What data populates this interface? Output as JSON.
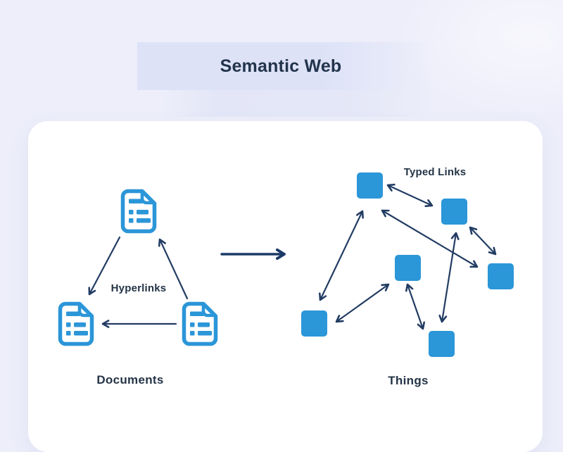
{
  "title": "Semantic Web",
  "colors": {
    "background": "#edeefa",
    "title_band": "#dde2f7",
    "card": "#ffffff",
    "accent_blue": "#2b96d8",
    "arrow_navy": "#223c63",
    "text_dark": "#22344c"
  },
  "left_panel": {
    "caption": "Documents",
    "center_label": "Hyperlinks",
    "node_icon": "document-icon",
    "node_count": 3,
    "nodes": [
      "doc-top",
      "doc-bottom-left",
      "doc-bottom-right"
    ],
    "links": [
      {
        "from": "doc-top",
        "to": "doc-bottom-left",
        "directed": true
      },
      {
        "from": "doc-bottom-right",
        "to": "doc-top",
        "directed": true
      },
      {
        "from": "doc-bottom-right",
        "to": "doc-bottom-left",
        "directed": true
      }
    ]
  },
  "transform_arrow": {
    "meaning": "documents become things",
    "direction": "left-to-right"
  },
  "right_panel": {
    "caption": "Things",
    "top_label": "Typed Links",
    "node_shape": "square",
    "node_count": 6,
    "nodes": [
      "thing-a",
      "thing-b",
      "thing-c",
      "thing-d",
      "thing-e",
      "thing-f"
    ],
    "links": [
      {
        "from": "thing-a",
        "to": "thing-b",
        "directed": "both"
      },
      {
        "from": "thing-a",
        "to": "thing-e",
        "directed": "both"
      },
      {
        "from": "thing-a",
        "to": "thing-d",
        "directed": "both"
      },
      {
        "from": "thing-b",
        "to": "thing-d",
        "directed": "both"
      },
      {
        "from": "thing-e",
        "to": "thing-c",
        "directed": "both"
      },
      {
        "from": "thing-c",
        "to": "thing-f",
        "directed": "both"
      },
      {
        "from": "thing-b",
        "to": "thing-f",
        "directed": "both"
      }
    ]
  }
}
